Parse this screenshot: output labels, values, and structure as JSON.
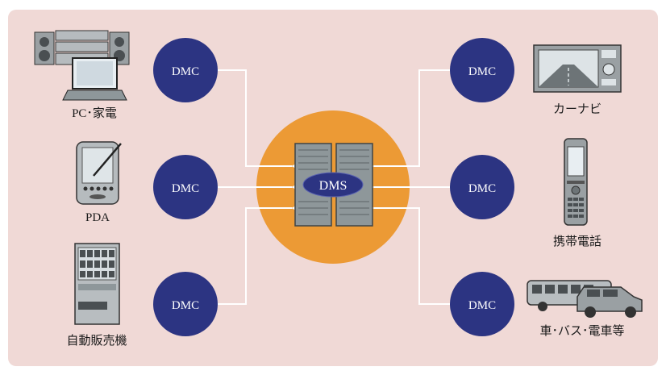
{
  "center": {
    "label": "DMS",
    "halo_color": "#ec9a35",
    "server_color": "#8e979a"
  },
  "dmc_nodes": [
    {
      "label": "DMC"
    },
    {
      "label": "DMC"
    },
    {
      "label": "DMC"
    },
    {
      "label": "DMC"
    },
    {
      "label": "DMC"
    },
    {
      "label": "DMC"
    }
  ],
  "devices": [
    {
      "label": "PC･家電",
      "icon": "pc-and-audio-icon"
    },
    {
      "label": "PDA",
      "icon": "pda-icon"
    },
    {
      "label": "自動販売機",
      "icon": "vending-machine-icon"
    },
    {
      "label": "カーナビ",
      "icon": "car-navigation-icon"
    },
    {
      "label": "携帯電話",
      "icon": "mobile-phone-icon"
    },
    {
      "label": "車･バス･電車等",
      "icon": "vehicles-icon"
    }
  ],
  "colors": {
    "background": "#f0d9d6",
    "dmc_fill": "#2c3482",
    "arrow": "#ffffff"
  }
}
